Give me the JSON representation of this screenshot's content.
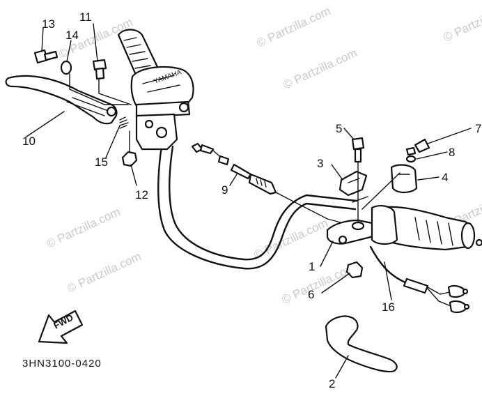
{
  "diagram": {
    "callouts": [
      "1",
      "2",
      "3",
      "4",
      "5",
      "6",
      "7",
      "8",
      "9",
      "10",
      "11",
      "12",
      "13",
      "14",
      "15",
      "16"
    ],
    "diagram_code": "3HN3100-0420",
    "fwd_label": "FWD",
    "watermark": "© Partzilla.com"
  }
}
